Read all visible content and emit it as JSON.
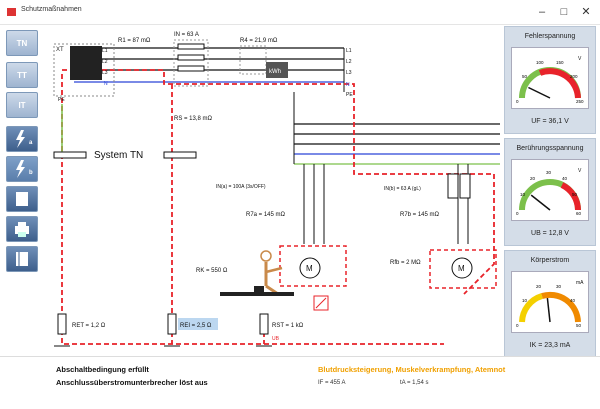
{
  "window": {
    "title": "Schutzmaßnahmen"
  },
  "toolbar": {
    "items": [
      "TN",
      "TT",
      "IT",
      "",
      "",
      "",
      "",
      ""
    ]
  },
  "diagram": {
    "system_label": "System TN",
    "xt": "XT",
    "pe": "PE",
    "n": "N",
    "l1": "L1",
    "l2": "L2",
    "l3": "L3",
    "r1": "R1 = 87 mΩ",
    "in": "IN = 63 A",
    "r4": "R4 = 21,9 mΩ",
    "kwh": "kWh",
    "rs": "RS = 13,8 mΩ",
    "in_a": "IN(a) = 100A (3s/OFF)",
    "in_b": "IN(b) = 63 A (gL)",
    "r7a": "R7a = 145 mΩ",
    "r7b": "R7b = 145 mΩ",
    "rfb": "Rfb = 2 MΩ",
    "rk": "RK = 550 Ω",
    "ret": "RET = 1,2 Ω",
    "rei": "REI = 2,5 Ω",
    "rst": "RST = 1 kΩ",
    "ub": "UB",
    "motor": "M"
  },
  "panels": {
    "fehler": {
      "title": "Fehlerspannung",
      "unit": "V",
      "ticks": [
        "0",
        "50",
        "100",
        "150",
        "200",
        "250"
      ],
      "value_label": "UF = 36,1 V",
      "level": 36.1,
      "max": 250
    },
    "beruehrung": {
      "title": "Berührungsspannung",
      "unit": "V",
      "ticks": [
        "0",
        "10",
        "20",
        "30",
        "40",
        "50",
        "60"
      ],
      "value_label": "UB = 12,8 V",
      "level": 12.8,
      "max": 60
    },
    "koerper": {
      "title": "Körperstrom",
      "unit": "mA",
      "ticks": [
        "0",
        "10",
        "20",
        "30",
        "40",
        "50"
      ],
      "value_label": "IK = 23,3 mA",
      "level": 23.3,
      "max": 50
    }
  },
  "status": {
    "line1": "Abschaltbedingung erfüllt",
    "line2": "Anschlussüberstromunterbrecher löst aus",
    "warning": "Blutdrucksteigerung, Muskelverkrampfung, Atemnot",
    "if": "IF = 455 A",
    "ta": "tA = 1,54 s"
  },
  "colors": {
    "fault": "#e8232a",
    "pe": "#7cc04b",
    "neutral": "#2a44d8",
    "phase": "#111111"
  }
}
